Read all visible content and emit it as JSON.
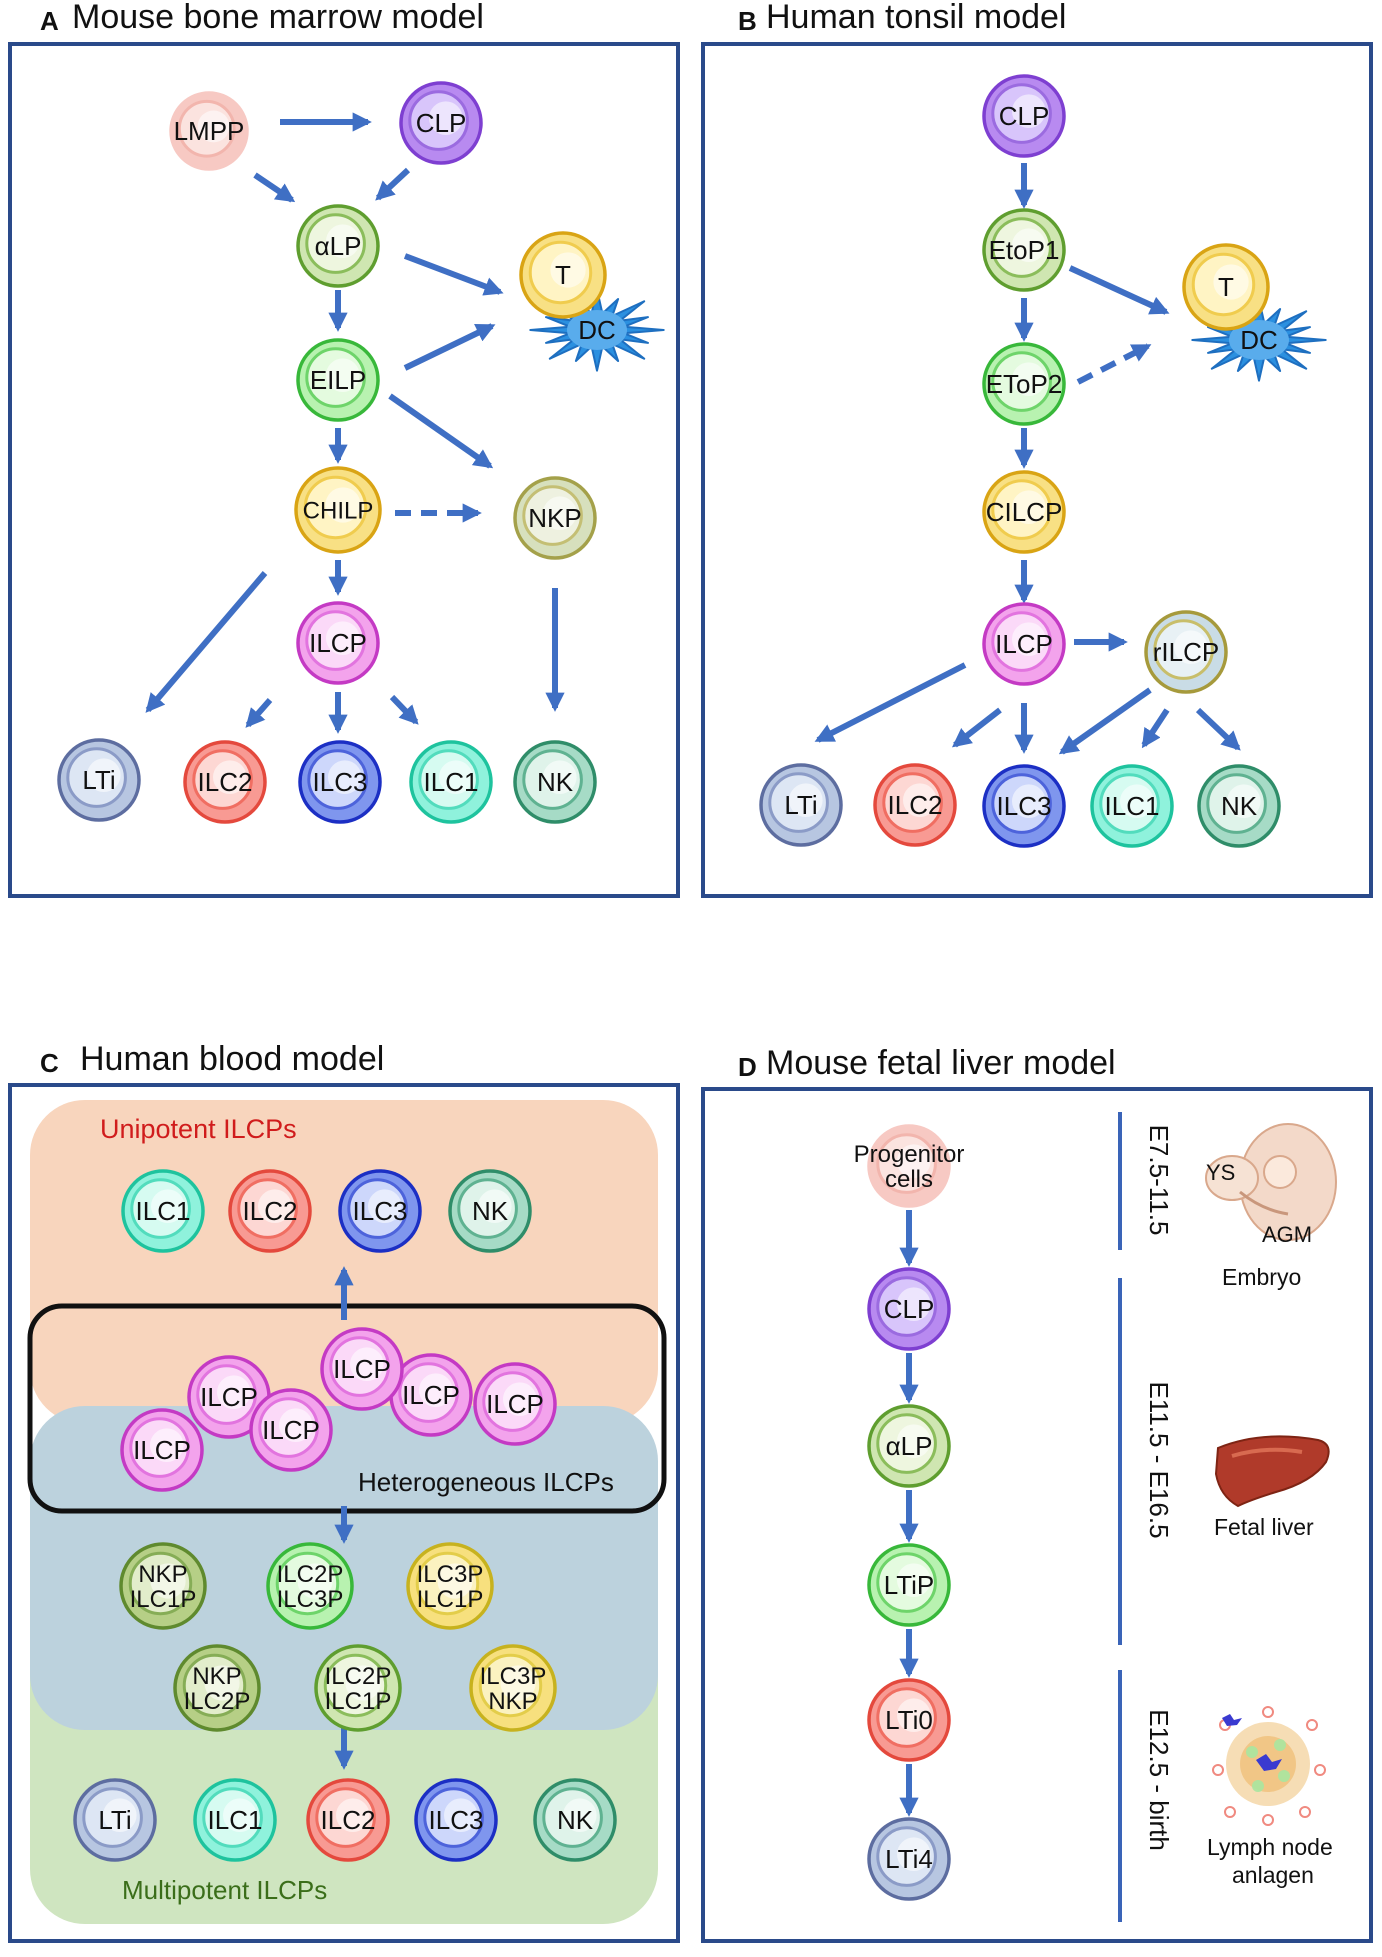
{
  "panels": {
    "A": {
      "letter": "A",
      "title": "Mouse bone marrow model",
      "nodes": {
        "lmpp": "LMPP",
        "clp": "CLP",
        "alp": "αLP",
        "eilp": "EILP",
        "chilp": "CHILP",
        "nkp": "NKP",
        "ilcp": "ILCP",
        "t": "T",
        "dc": "DC",
        "lti": "LTi",
        "ilc2": "ILC2",
        "ilc3": "ILC3",
        "ilc1": "ILC1",
        "nk": "NK"
      }
    },
    "B": {
      "letter": "B",
      "title": "Human tonsil model",
      "nodes": {
        "clp": "CLP",
        "etop1": "EtoP1",
        "etop2": "EToP2",
        "cilcp": "CILCP",
        "ilcp": "ILCP",
        "rilcp": "rILCP",
        "t": "T",
        "dc": "DC",
        "lti": "LTi",
        "ilc2": "ILC2",
        "ilc3": "ILC3",
        "ilc1": "ILC1",
        "nk": "NK"
      }
    },
    "C": {
      "letter": "C",
      "title": "Human blood model",
      "unipotent_label": "Unipotent ILCPs",
      "heterogeneous_label": "Heterogeneous ILCPs",
      "multipotent_label": "Multipotent ILCPs",
      "unipotent": [
        "ILC1",
        "ILC2",
        "ILC3",
        "NK"
      ],
      "ilcp_cluster": [
        "ILCP",
        "ILCP",
        "ILCP",
        "ILCP",
        "ILCP",
        "ILCP"
      ],
      "bipotent_row1": [
        [
          "NKP",
          "ILC1P"
        ],
        [
          "ILC2P",
          "ILC3P"
        ],
        [
          "ILC3P",
          "ILC1P"
        ]
      ],
      "bipotent_row2": [
        [
          "NKP",
          "ILC2P"
        ],
        [
          "ILC2P",
          "ILC1P"
        ],
        [
          "ILC3P",
          "NKP"
        ]
      ],
      "bottom": [
        "LTi",
        "ILC1",
        "ILC2",
        "ILC3",
        "NK"
      ]
    },
    "D": {
      "letter": "D",
      "title": "Mouse fetal liver model",
      "chain": [
        [
          "Progenitor",
          "cells"
        ],
        [
          "CLP"
        ],
        [
          "αLP"
        ],
        [
          "LTiP"
        ],
        [
          "LTi0"
        ],
        [
          "LTi4"
        ]
      ],
      "stages": [
        "E7.5-11.5",
        "E11.5 - E16.5",
        "E12.5 - birth"
      ],
      "embryo": {
        "ys": "YS",
        "agm": "AGM",
        "caption": "Embryo"
      },
      "liver_caption": "Fetal liver",
      "lymph_caption": [
        "Lymph node",
        "anlagen"
      ]
    }
  },
  "colors": {
    "frame": "#2a4a8a",
    "arrow": "#3f6fc4",
    "unipotent_bg": "#f8d5bd",
    "hetero_bg": "#bcd2dd",
    "multi_bg": "#cfe5c0",
    "unipotent_text": "#d01c1c",
    "multi_text": "#3b6e1a",
    "stage_line": "#3a64b8"
  }
}
